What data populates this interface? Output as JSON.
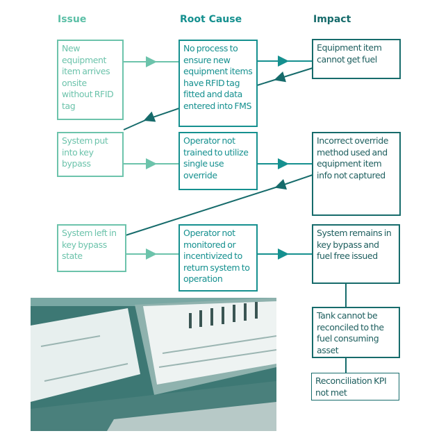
{
  "headers": {
    "issue": "Issue",
    "root_cause": "Root Cause",
    "impact": "Impact"
  },
  "issues": [
    {
      "text": "New equipment item arrives onsite without RFID tag"
    },
    {
      "text": "System put into key bypass"
    },
    {
      "text": "System left in key bypass state"
    }
  ],
  "root_causes": [
    {
      "text": "No process to ensure new equipment items have RFID tag fitted and data entered into FMS"
    },
    {
      "text": "Operator not trained to utilize single use override"
    },
    {
      "text": "Operator not monitored or incentivized to return system to operation"
    }
  ],
  "impacts": [
    {
      "text": "Equipment item cannot get fuel"
    },
    {
      "text": "Incorrect override method used and equipment item info not captured"
    },
    {
      "text": "System remains in key bypass and fuel free issued"
    },
    {
      "text": "Tank cannot be reconciled to the fuel consuming asset"
    },
    {
      "text": "Reconciliation KPI not met"
    }
  ],
  "colors": {
    "issue": "#6cc3ab",
    "cause": "#15908f",
    "impact": "#166b6b"
  },
  "photo": {
    "description": "computer-monitors-photo"
  }
}
